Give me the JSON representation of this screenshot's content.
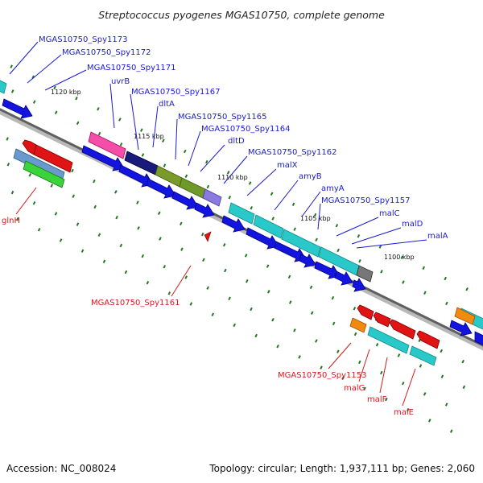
{
  "title": "Streptococcus pyogenes MGAS10750, complete genome",
  "footer": {
    "accession": "Accession: NC_008024",
    "summary": "Topology: circular; Length: 1,937,111 bp; Genes: 2,060"
  },
  "colors": {
    "backbone": "#6e6e6e",
    "tick": "#1f7a1f",
    "label_blue": "#1a1ad6",
    "label_red": "#d41a1a"
  },
  "scale_labels": [
    "1120 kbp",
    "1115 kbp",
    "1110 kbp",
    "1105 kbp",
    "1100 kbp"
  ],
  "labels_blue": [
    "MGAS10750_Spy1173",
    "MGAS10750_Spy1172",
    "MGAS10750_Spy1171",
    "uvrB",
    "MGAS10750_Spy1167",
    "dltA",
    "MGAS10750_Spy1165",
    "MGAS10750_Spy1164",
    "dltD",
    "MGAS10750_Spy1162",
    "malX",
    "amyB",
    "amyA",
    "MGAS10750_Spy1157",
    "malC",
    "malD",
    "malA"
  ],
  "labels_red": [
    "glnH",
    "MGAS10750_Spy1161",
    "MGAS10750_Spy1153",
    "malG",
    "malF",
    "malE"
  ]
}
